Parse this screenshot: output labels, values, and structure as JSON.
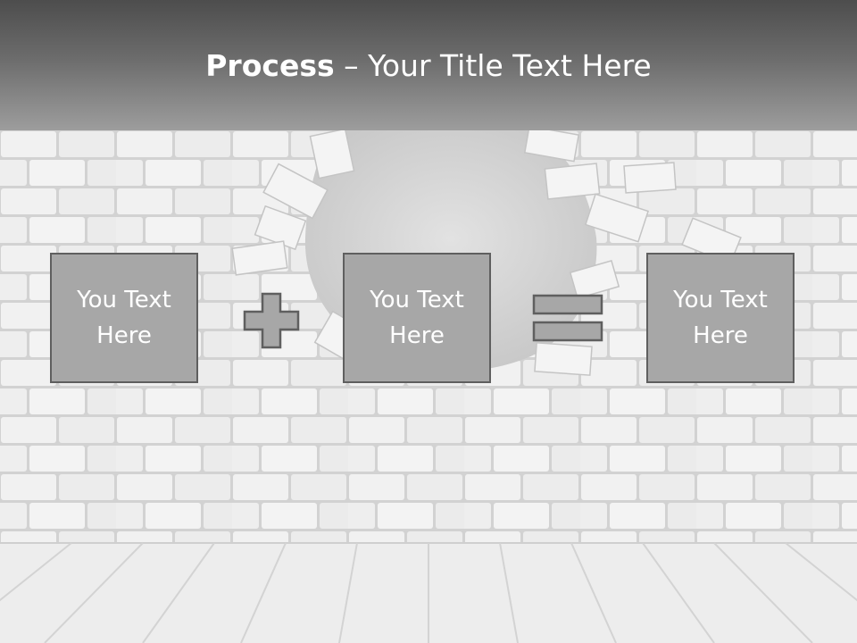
{
  "header": {
    "title_bold": "Process",
    "title_rest": " – Your Title Text Here"
  },
  "process": {
    "boxes": [
      {
        "text": "You Text Here"
      },
      {
        "text": "You Text Here"
      },
      {
        "text": "You Text Here"
      }
    ],
    "operators": [
      "plus-icon",
      "equals-icon"
    ]
  },
  "colors": {
    "box_fill": "#a7a7a7",
    "box_border": "#5f5f5f",
    "header_dark": "#4d4d4d",
    "header_light": "#9d9d9d"
  }
}
